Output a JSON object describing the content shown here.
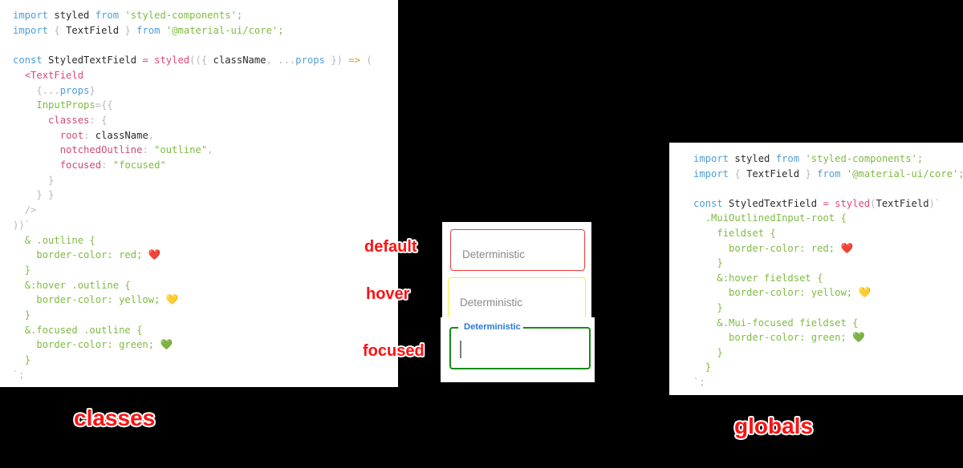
{
  "page": {
    "background_color": "#000000",
    "annotation_color": "#ff1111"
  },
  "left_panel": {
    "name": "classes-approach",
    "caption": "classes",
    "background_color": "#ffffff",
    "code_lines": [
      "import styled from 'styled-components';",
      "import { TextField } from '@material-ui/core';",
      "",
      "const StyledTextField = styled(({ className, ...props }) => (",
      "  <TextField",
      "    {...props}",
      "    InputProps={{",
      "      classes: {",
      "        root: className,",
      "        notchedOutline: \"outline\",",
      "        focused: \"focused\"",
      "      }",
      "    }}",
      "  />",
      "))`",
      "  & .outline {",
      "    border-color: red; ❤️",
      "  }",
      "  &:hover .outline {",
      "    border-color: yellow; 💛",
      "  }",
      "  &.focused .outline {",
      "    border-color: green; 💚",
      "  }",
      "`;"
    ]
  },
  "right_panel": {
    "name": "globals-approach",
    "caption": "globals",
    "background_color": "#ffffff",
    "code_lines": [
      "import styled from 'styled-components';",
      "import { TextField } from '@material-ui/core';",
      "",
      "const StyledTextField = styled(TextField)`",
      "  .MuiOutlinedInput-root {",
      "    fieldset {",
      "      border-color: red; ❤️",
      "    }",
      "    &:hover fieldset {",
      "      border-color: yellow; 💛",
      "    }",
      "    &.Mui-focused fieldset {",
      "      border-color: green; 💚",
      "    }",
      "  }",
      "`;"
    ]
  },
  "demo": {
    "fields": [
      {
        "state_label": "default",
        "value": "",
        "placeholder": "Deterministic",
        "border_color": "#f23b3b"
      },
      {
        "state_label": "hover",
        "value": "",
        "placeholder": "Deterministic",
        "border_color": "#f7f12e"
      },
      {
        "state_label": "focused",
        "value": "",
        "floating_label": "Deterministic",
        "border_color": "#178a17",
        "label_color": "#2a79d8"
      }
    ]
  },
  "tokens": {
    "import": "import",
    "from": "from",
    "const": "const",
    "styled": "styled",
    "text_field": "TextField",
    "styled_components_str": "'styled-components';",
    "material_ui_str": "'@material-ui/core';",
    "styled_text_field": "StyledTextField",
    "class_name": "className",
    "props": "props",
    "input_props": "InputProps",
    "classes": "classes",
    "root": "root",
    "notched_outline": "notchedOutline",
    "focused": "focused",
    "outline_str": "\"outline\"",
    "focused_str": "\"focused\"",
    "arrow": "=>",
    "heart_red": "❤️",
    "heart_yellow": "💛",
    "heart_green": "💚"
  }
}
